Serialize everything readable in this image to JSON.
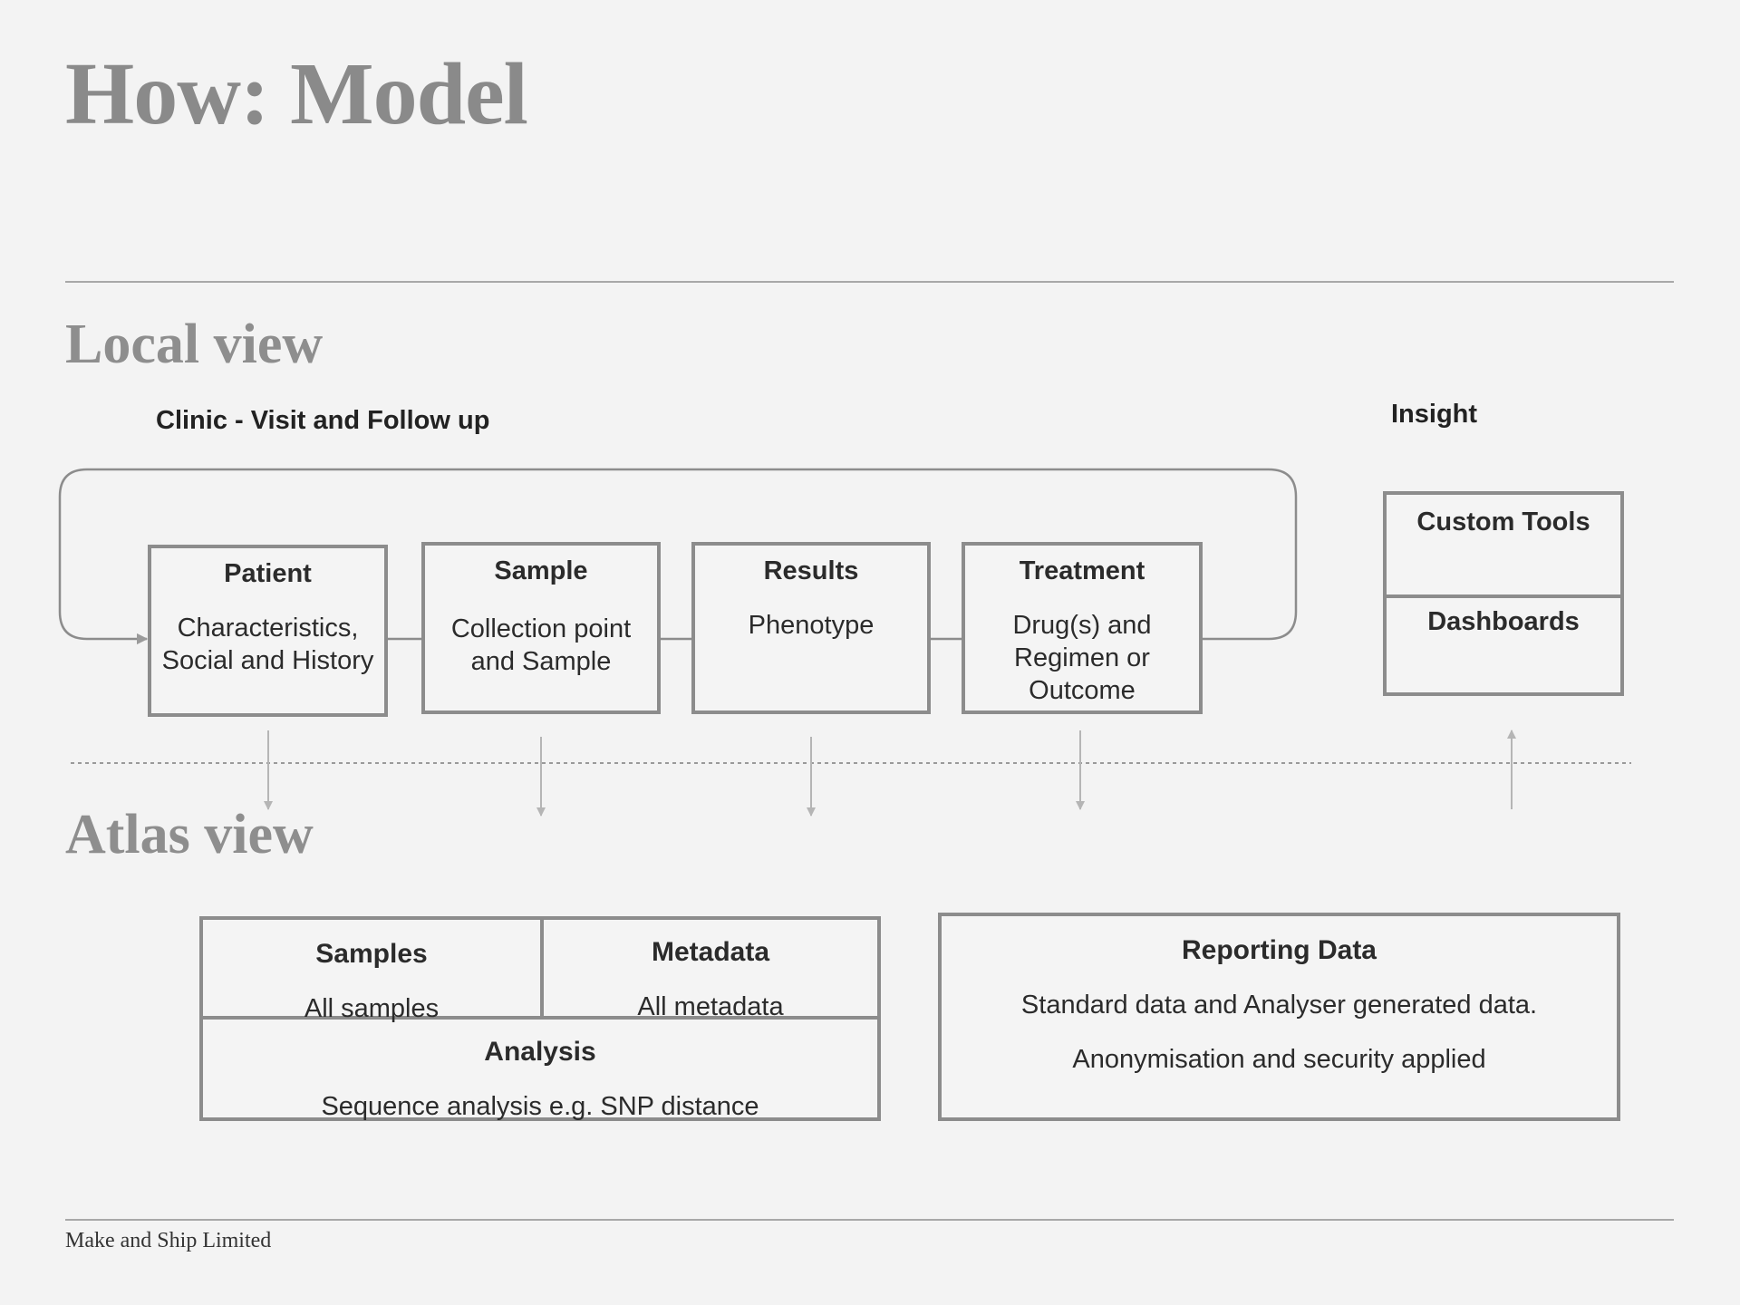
{
  "title": "How: Model",
  "local_view": {
    "heading": "Local view",
    "clinic_label": "Clinic - Visit and Follow up",
    "insight_label": "Insight",
    "flow": [
      {
        "title": "Patient",
        "body": [
          "Characteristics,",
          "Social and History"
        ]
      },
      {
        "title": "Sample",
        "body": [
          "Collection point",
          "and Sample"
        ]
      },
      {
        "title": "Results",
        "body": [
          "Phenotype"
        ]
      },
      {
        "title": "Treatment",
        "body": [
          "Drug(s) and",
          "Regimen or",
          "Outcome"
        ]
      }
    ],
    "insight": {
      "top": "Custom Tools",
      "bottom": "Dashboards"
    }
  },
  "atlas_view": {
    "heading": "Atlas view",
    "samples": {
      "title": "Samples",
      "body": "All samples"
    },
    "metadata": {
      "title": "Metadata",
      "body": "All metadata"
    },
    "analysis": {
      "title": "Analysis",
      "body": "Sequence analysis e.g. SNP distance"
    },
    "reporting": {
      "title": "Reporting Data",
      "body": [
        "Standard data and Analyser generated data.",
        "Anonymisation and security applied"
      ]
    }
  },
  "footer": "Make and Ship Limited",
  "colors": {
    "heading_gray": "#8a8a8a",
    "box_border": "#8c8c8c",
    "arrow_gray": "#b5b5b5"
  }
}
